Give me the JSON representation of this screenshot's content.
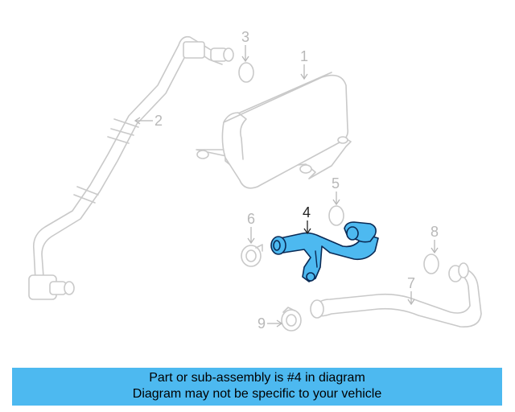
{
  "callouts": {
    "c1": "1",
    "c2": "2",
    "c3": "3",
    "c4": "4",
    "c5": "5",
    "c6": "6",
    "c7": "7",
    "c8": "8",
    "c9": "9"
  },
  "highlighted_part": "4",
  "colors": {
    "highlight_fill": "#4db9f0",
    "highlight_outline": "#0a2a55",
    "part_outline": "#c9c9c9",
    "banner_background": "#4db9f0"
  },
  "banner": {
    "line1": "Part or sub-assembly is #4 in diagram",
    "line2": "Diagram may not be specific to your vehicle"
  }
}
